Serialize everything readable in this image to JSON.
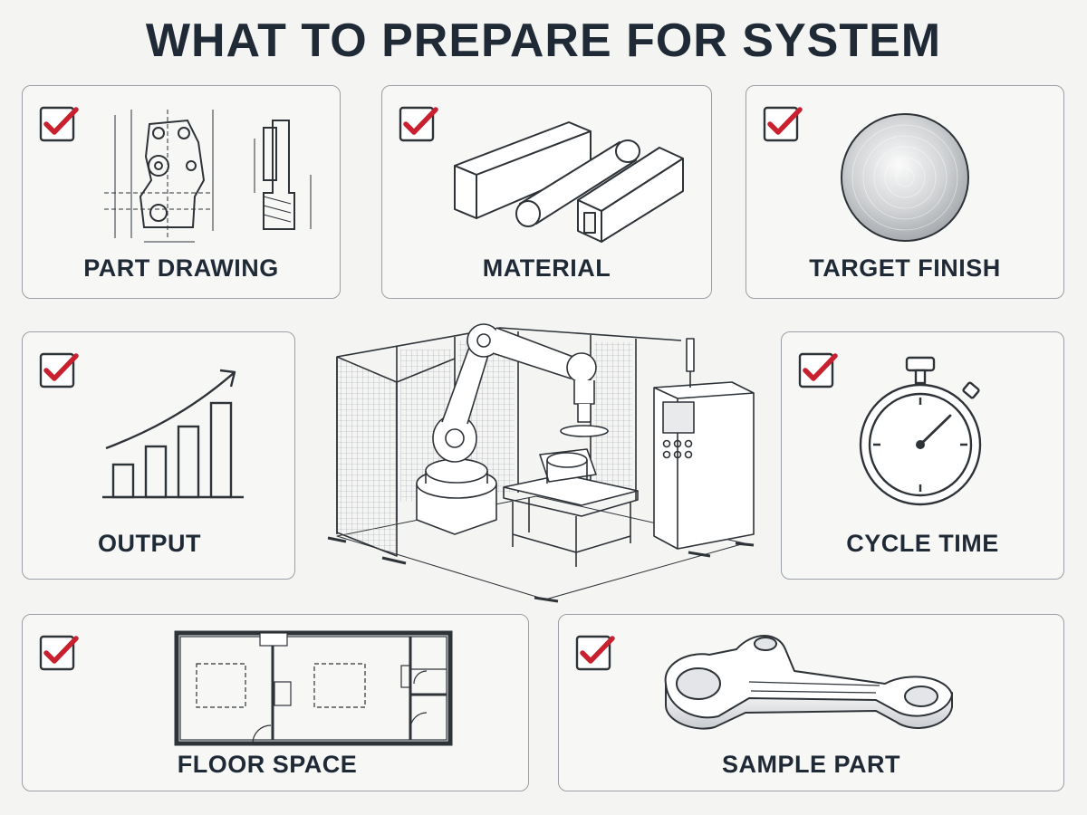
{
  "title": "WHAT TO PREPARE FOR SYSTEM EVALUATION",
  "colors": {
    "check": "#c8202e",
    "ink": "#1f2a36",
    "line": "#2e3338"
  },
  "icons": {
    "check": "checkbox-checked-icon",
    "part_drawing": "technical-drawing-icon",
    "material": "stock-material-icon",
    "target_finish": "polished-disc-icon",
    "output": "growth-bar-chart-icon",
    "cycle_time": "stopwatch-icon",
    "floor_space": "floor-plan-icon",
    "sample_part": "connecting-rod-part-icon",
    "robot_cell": "robotic-workcell-illustration"
  },
  "cards": {
    "part_drawing": {
      "label": "PART DRAWING",
      "checked": true
    },
    "material": {
      "label": "MATERIAL",
      "checked": true
    },
    "target_finish": {
      "label": "TARGET FINISH",
      "checked": true
    },
    "output": {
      "label": "OUTPUT",
      "checked": true
    },
    "cycle_time": {
      "label": "CYCLE TIME",
      "checked": true
    },
    "floor_space": {
      "label": "FLOOR SPACE",
      "checked": true
    },
    "sample_part": {
      "label": "SAMPLE PART",
      "checked": true
    }
  }
}
